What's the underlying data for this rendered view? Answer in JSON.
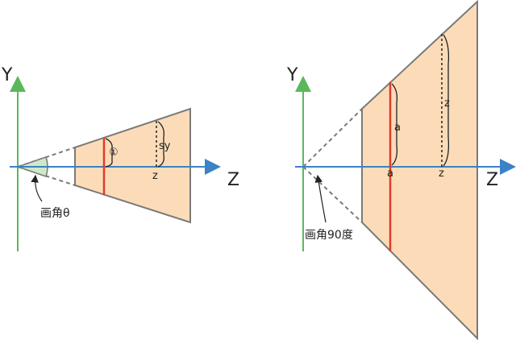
{
  "colors": {
    "frustum_fill": "#fcdcb8",
    "frustum_stroke": "#7a7a7a",
    "y_axis": "#5bb85a",
    "z_axis": "#3b82c6",
    "near_plane": "#e03a2b",
    "angle_fill": "#cfe8c9"
  },
  "left": {
    "y_label": "Y",
    "z_label": "Z",
    "circled_label": "①",
    "sy_label": "sy",
    "z_tick_label": "z",
    "caption": "画角θ"
  },
  "right": {
    "y_label": "Y",
    "z_label": "Z",
    "a_label": "a",
    "a_tick_label": "a",
    "z_label_dim": "z",
    "z_tick_label": "z",
    "caption": "画角90度"
  }
}
